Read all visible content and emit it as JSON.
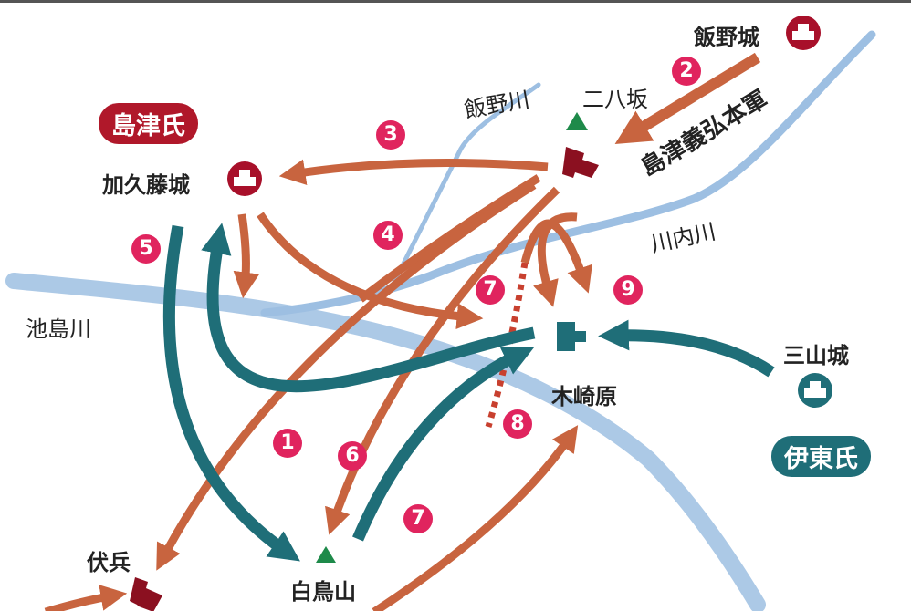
{
  "colors": {
    "attack_shimazu": "#c8643f",
    "attack_ito": "#1f6e78",
    "river": "#9dbfe2",
    "number_badge": "#e0245e",
    "castle": "#a8102a",
    "camp": "#8b1020",
    "mountain": "#1e8a4a",
    "shimazu": "#b0182a",
    "ito": "#1f6e78"
  },
  "clans": {
    "shimazu": "島津氏",
    "ito": "伊東氏"
  },
  "places": {
    "iino_castle": "飯野城",
    "kakuto_castle": "加久藤城",
    "sanzan_castle": "三山城",
    "nihachizaka": "二八坂",
    "kizakibaru": "木崎原",
    "shiratoriyama": "白鳥山",
    "fukuhei": "伏兵"
  },
  "rivers": {
    "iino": "飯野川",
    "sendai": "川内川",
    "ikeshima": "池島川"
  },
  "units": {
    "yoshihiro_main": "島津義弘本軍"
  },
  "steps": [
    "1",
    "2",
    "3",
    "4",
    "5",
    "6",
    "7",
    "8",
    "9",
    "7"
  ]
}
